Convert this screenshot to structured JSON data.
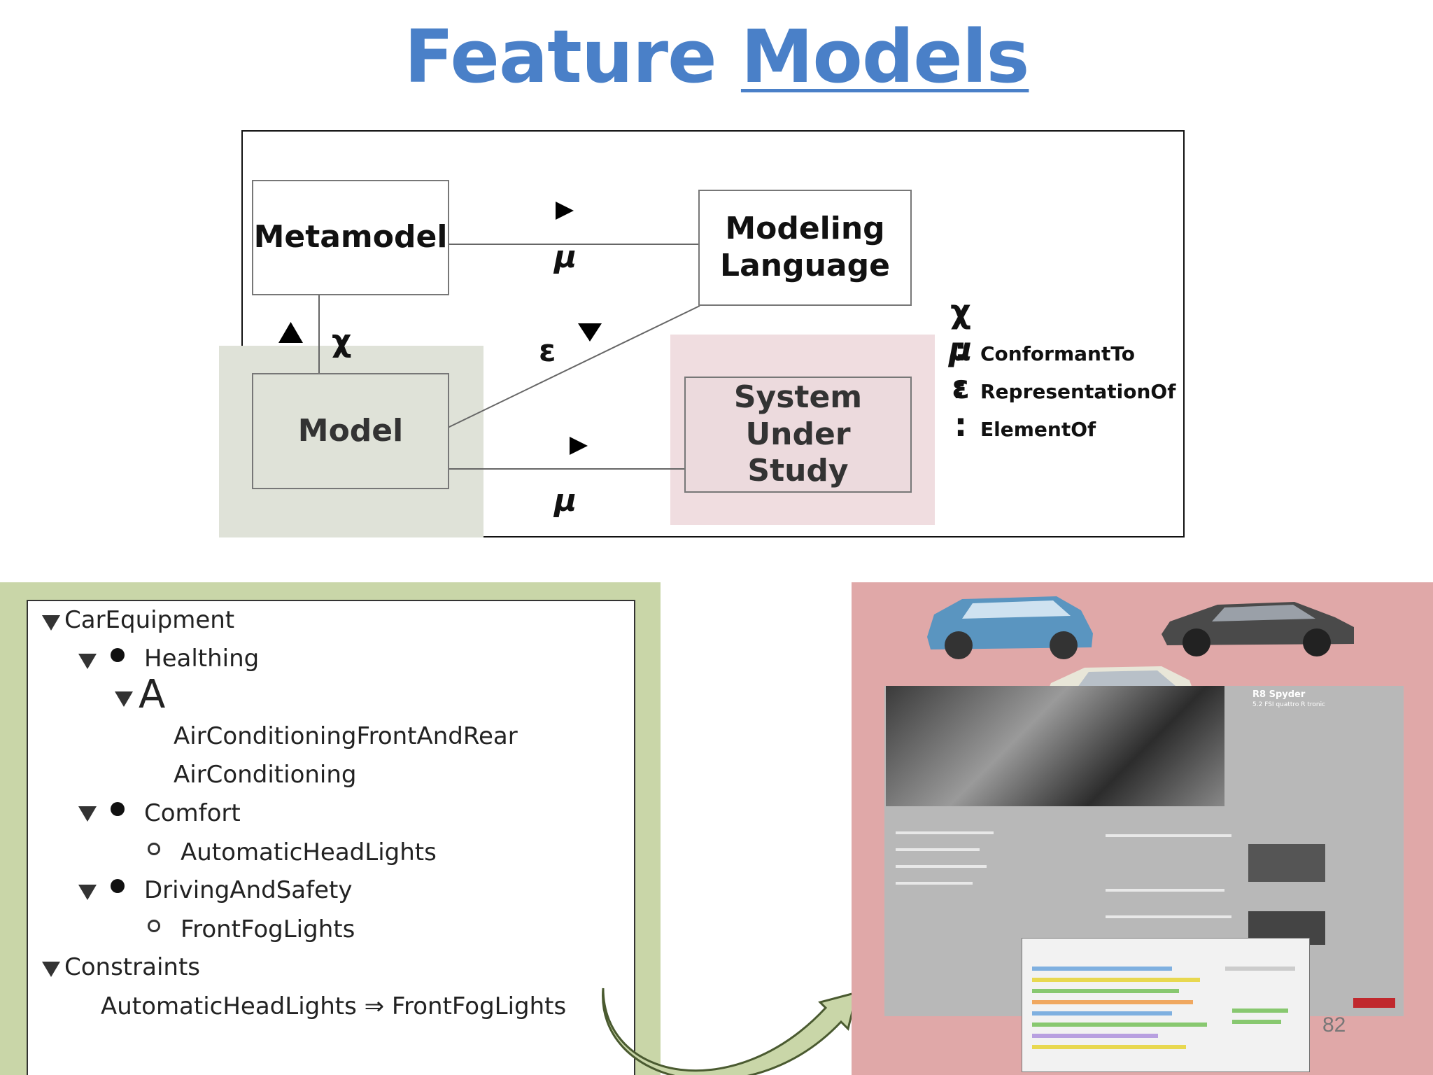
{
  "slide": {
    "title_part1": "Feature",
    "title_part2": "Models",
    "page_number": "82"
  },
  "diagram": {
    "metamodel": "Metamodel",
    "modeling_language_line1": "Modeling",
    "modeling_language_line2": "Language",
    "model": "Model",
    "sus_line1": "System Under",
    "sus_line2": "Study",
    "mu_symbol": "μ",
    "chi_symbol": "χ",
    "epsilon_symbol": "ε",
    "legend": [
      {
        "symbol": "χ :",
        "label": "ConformantTo"
      },
      {
        "symbol": "μ :",
        "label": "RepresentationOf"
      },
      {
        "symbol": "ε :",
        "label": "ElementOf"
      }
    ]
  },
  "feature_model": {
    "root": "CarEquipment",
    "healthing": "Healthing",
    "alt_group_symbol": "A",
    "air_front_rear": "AirConditioningFrontAndRear",
    "air": "AirConditioning",
    "comfort": "Comfort",
    "auto_headlights": "AutomaticHeadLights",
    "driving": "DrivingAndSafety",
    "fog_lights": "FrontFogLights",
    "constraints": "Constraints",
    "constraint_rule": "AutomaticHeadLights ⇒ FrontFogLights"
  },
  "configurator": {
    "car_model": "R8 Spyder",
    "car_engine": "5.2 FSI quattro R tronic"
  },
  "colors": {
    "title": "#4a80c8",
    "green_panel": "#c9d6a8",
    "pink_panel": "#e0a8a8"
  }
}
